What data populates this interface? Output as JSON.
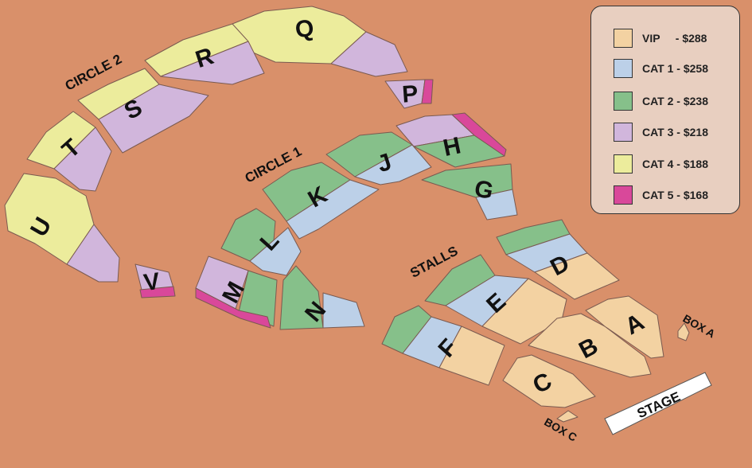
{
  "colors": {
    "background": "#d9906a",
    "vip": "#f3d2a2",
    "cat1": "#bcd0e8",
    "cat2": "#86c08a",
    "cat3": "#d1b6dc",
    "cat4": "#ecec9c",
    "cat5": "#d9489a",
    "stage": "#ffffff"
  },
  "legend": [
    {
      "key": "vip",
      "label": "VIP     - $288"
    },
    {
      "key": "cat1",
      "label": "CAT 1 - $258"
    },
    {
      "key": "cat2",
      "label": "CAT 2 - $238"
    },
    {
      "key": "cat3",
      "label": "CAT 3 - $218"
    },
    {
      "key": "cat4",
      "label": "CAT 4 - $188"
    },
    {
      "key": "cat5",
      "label": "CAT 5 - $168"
    }
  ],
  "areas": {
    "circle2": "CIRCLE 2",
    "circle1": "CIRCLE 1",
    "stalls": "STALLS",
    "stage": "STAGE",
    "box_a": "BOX A",
    "box_c": "BOX C"
  },
  "sections": {
    "A": "A",
    "B": "B",
    "C": "C",
    "D": "D",
    "E": "E",
    "F": "F",
    "G": "G",
    "H": "H",
    "J": "J",
    "K": "K",
    "L": "L",
    "M": "M",
    "N": "N",
    "P": "P",
    "Q": "Q",
    "R": "R",
    "S": "S",
    "T": "T",
    "U": "U",
    "V": "V"
  }
}
